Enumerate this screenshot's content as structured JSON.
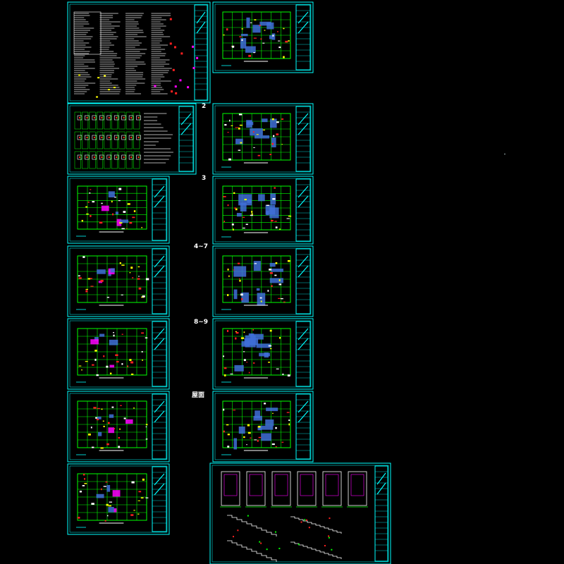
{
  "colors": {
    "background": "#000000",
    "frame": "#00ffff",
    "plan_green": "#00ff00",
    "fill_blue": "#3f6fd8",
    "fill_magenta": "#ff00ff",
    "mark_red": "#ff2020",
    "mark_yellow": "#ffff00",
    "text_white": "#ffffff"
  },
  "row_labels": [
    "2",
    "3",
    "4~7",
    "8~9",
    "屋面"
  ],
  "sheets": [
    {
      "kind": "notes"
    },
    {
      "kind": "plan"
    },
    {
      "kind": "schedule"
    },
    {
      "kind": "plan"
    },
    {
      "kind": "plan"
    },
    {
      "kind": "plan"
    },
    {
      "kind": "plan"
    },
    {
      "kind": "plan"
    },
    {
      "kind": "plan"
    },
    {
      "kind": "plan"
    },
    {
      "kind": "plan"
    },
    {
      "kind": "plan"
    },
    {
      "kind": "plan"
    },
    {
      "kind": "details"
    }
  ]
}
